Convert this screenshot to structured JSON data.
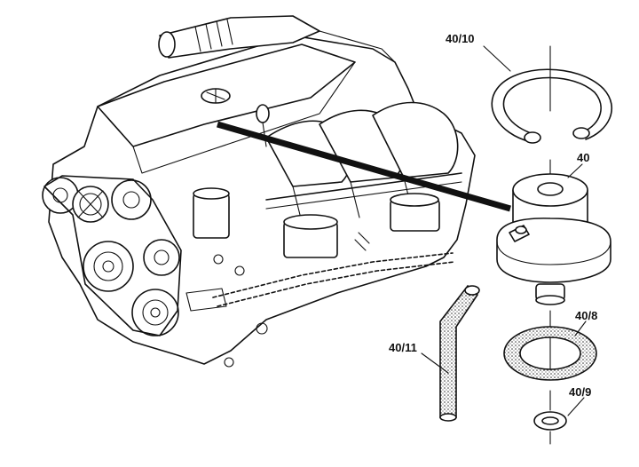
{
  "callouts": {
    "snap_ring": "40/10",
    "regulator": "40",
    "seal_ring": "40/8",
    "washer": "40/9",
    "hose": "40/11"
  }
}
